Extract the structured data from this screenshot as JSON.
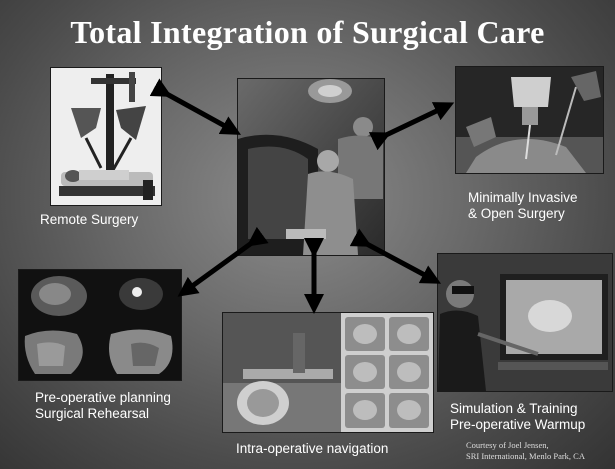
{
  "title": "Total Integration of Surgical Care",
  "panels": {
    "remote": {
      "caption": [
        "Remote Surgery"
      ]
    },
    "minimal": {
      "caption": [
        "Minimally Invasive",
        "& Open Surgery"
      ]
    },
    "preop": {
      "caption": [
        "Pre-operative planning",
        "Surgical Rehearsal"
      ]
    },
    "intraop": {
      "caption": [
        "Intra-operative navigation"
      ]
    },
    "simulation": {
      "caption": [
        "Simulation & Training",
        "Pre-operative Warmup"
      ]
    }
  },
  "credit": [
    "Courtesy of  Joel Jensen,",
    "SRI International, Menlo Park, CA"
  ]
}
